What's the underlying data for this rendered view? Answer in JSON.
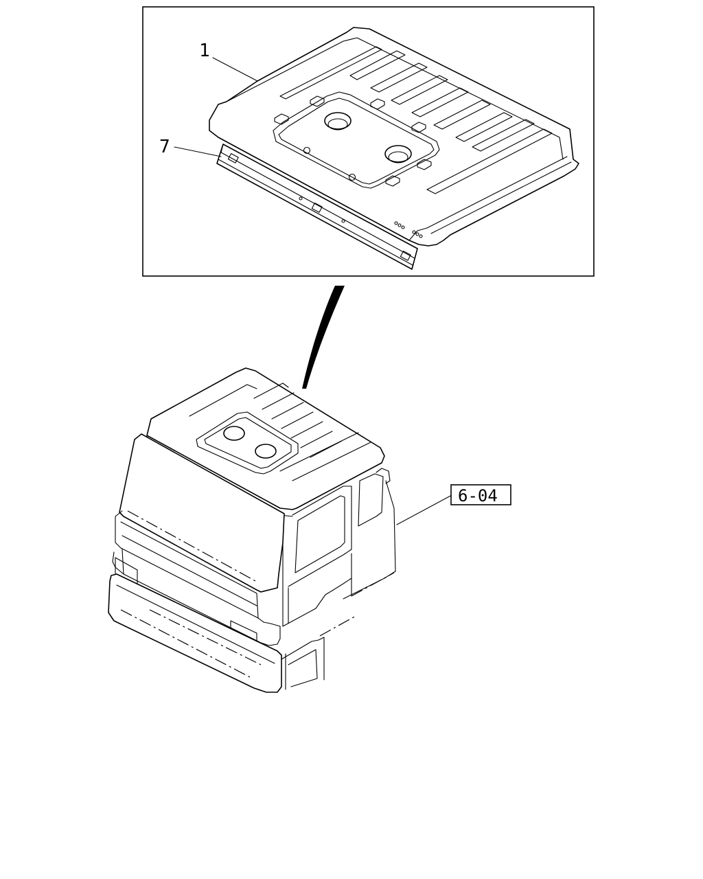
{
  "callouts": {
    "part_1": "1",
    "part_7": "7",
    "ref": "6-04"
  },
  "colors": {
    "line": "#000000",
    "background": "#ffffff"
  }
}
